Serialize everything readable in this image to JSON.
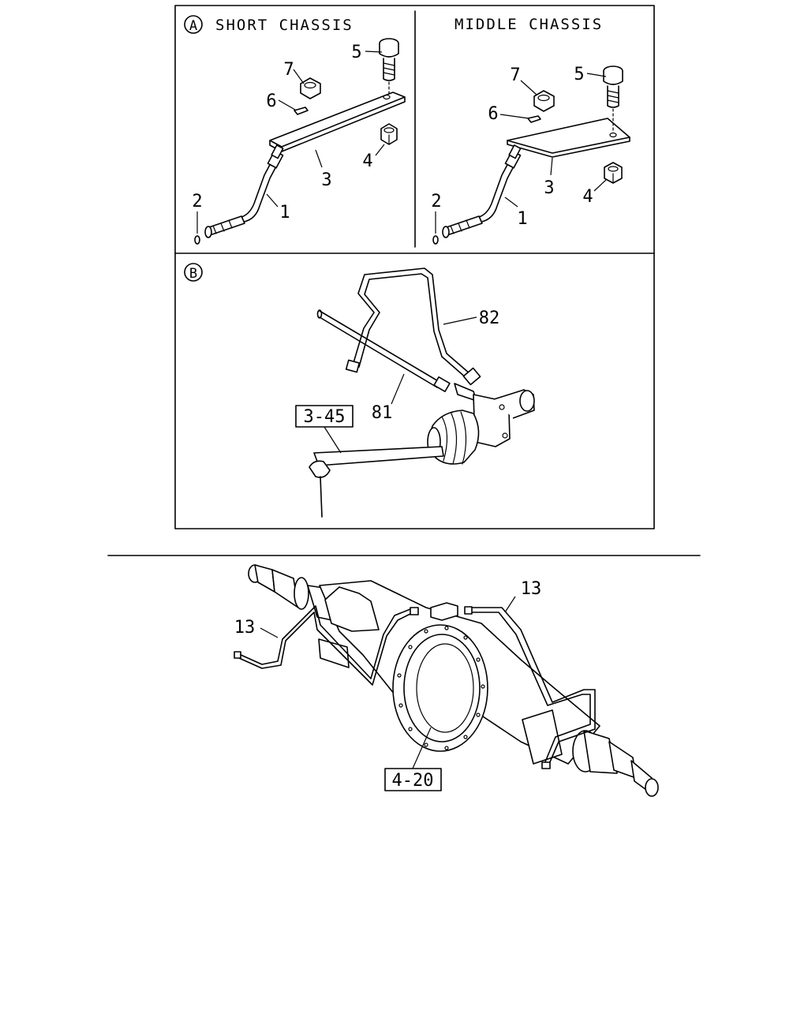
{
  "panel_a": {
    "marker": "A",
    "left_title": "SHORT CHASSIS",
    "right_title": "MIDDLE CHASSIS",
    "left_callouts": {
      "c1": "1",
      "c2": "2",
      "c3": "3",
      "c4": "4",
      "c5": "5",
      "c6": "6",
      "c7": "7"
    },
    "right_callouts": {
      "c1": "1",
      "c2": "2",
      "c3": "3",
      "c4": "4",
      "c5": "5",
      "c6": "6",
      "c7": "7"
    }
  },
  "panel_b": {
    "marker": "B",
    "callouts": {
      "c81": "81",
      "c82": "82"
    },
    "ref_box": "3-45"
  },
  "axle": {
    "callouts": {
      "left": "13",
      "right": "13"
    },
    "ref_box": "4-20"
  }
}
